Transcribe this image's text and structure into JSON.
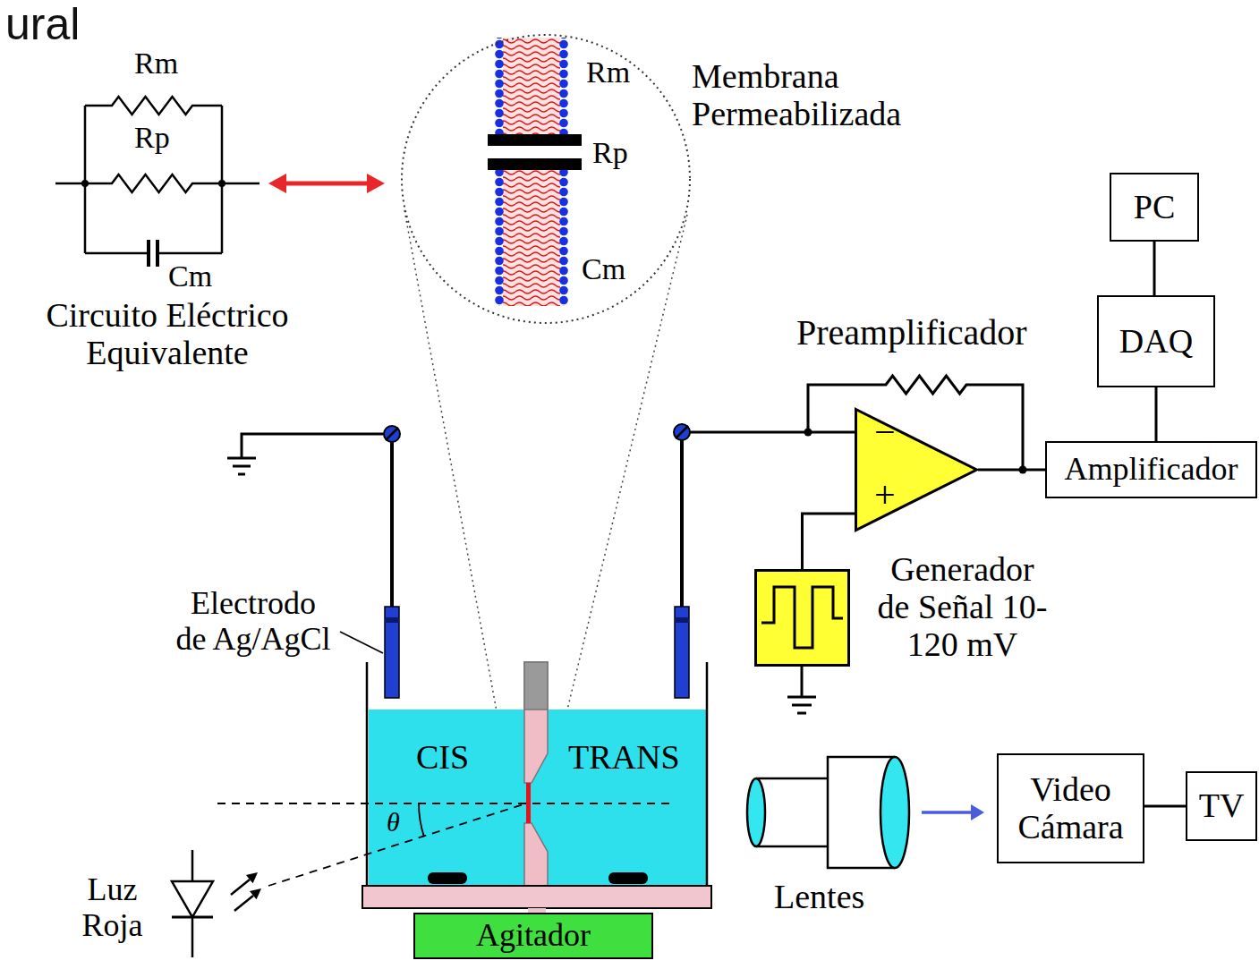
{
  "diagram": {
    "nodes": [
      {
        "text": [
          "Membrana Permeabilizada",
          "Rm",
          "Rp",
          "Cm"
        ]
      },
      {
        "text": [
          "PC"
        ]
      },
      {
        "text": [
          "DAQ"
        ]
      },
      {
        "text": [
          "Amplificador"
        ]
      },
      {
        "text": [
          "−",
          "+"
        ]
      },
      {
        "text": [
          "Generador de Señal 10-120 mV"
        ]
      },
      {
        "text": [
          "Agitador"
        ]
      },
      {
        "text": [
          "Video Cámara"
        ]
      },
      {
        "text": [
          "TV"
        ]
      }
    ],
    "edges": [
      {
        "from": 1,
        "to": 2,
        "arrow": "none"
      },
      {
        "from": 2,
        "to": 3,
        "arrow": "none"
      },
      {
        "from": 4,
        "to": 3,
        "arrow": "none"
      },
      {
        "from": 5,
        "to": 4,
        "arrow": "none"
      },
      {
        "from": 7,
        "to": 8,
        "arrow": "none"
      }
    ],
    "labels": [
      "ural",
      "Rm",
      "Rp",
      "Cm",
      "Circuito Eléctrico Equivalente",
      "Preamplificador",
      "Electrodo de Ag/AgCl",
      "CIS",
      "TRANS",
      "θ",
      "Luz Roja",
      "Lentes"
    ]
  }
}
